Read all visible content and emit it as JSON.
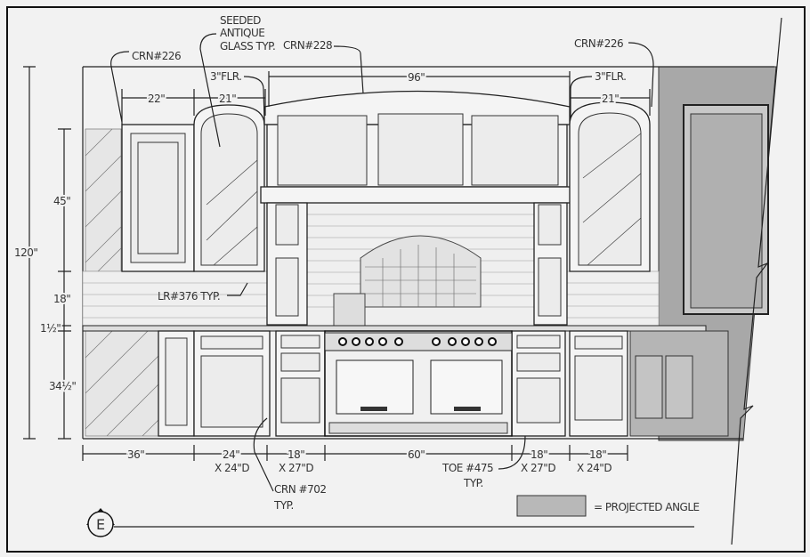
{
  "drawing": {
    "view_label": "E",
    "annotations": {
      "crn_226_left": "CRN#226",
      "seeded_glass": [
        "SEEDED",
        "ANTIQUE",
        "GLASS TYP."
      ],
      "crn_228": "CRN#228",
      "crn_226_right": "CRN#226",
      "filler_left": "3\"FLR.",
      "filler_right": "3\"FLR.",
      "lr_376": "LR#376 TYP.",
      "crn_702": [
        "CRN #702",
        "TYP."
      ],
      "toe_475": [
        "TOE #475",
        "TYP."
      ]
    },
    "dimensions": {
      "top_22": "22\"",
      "top_21_left": "21\"",
      "top_96": "96\"",
      "top_21_right": "21\"",
      "left_45": "45\"",
      "left_18": "18\"",
      "left_1_5": "1½\"",
      "left_34_5": "34½\"",
      "overall_120": "120\"",
      "base": [
        {
          "w": "36\"",
          "d": ""
        },
        {
          "w": "24\"",
          "d": "X 24\"D"
        },
        {
          "w": "18\"",
          "d": "X 27\"D"
        },
        {
          "w": "60\"",
          "d": ""
        },
        {
          "w": "18\"",
          "d": "X 27\"D"
        },
        {
          "w": "18\"",
          "d": "X 24\"D"
        }
      ]
    },
    "legend": {
      "label": "= PROJECTED ANGLE",
      "swatch_color": "#b8b8b8"
    }
  }
}
